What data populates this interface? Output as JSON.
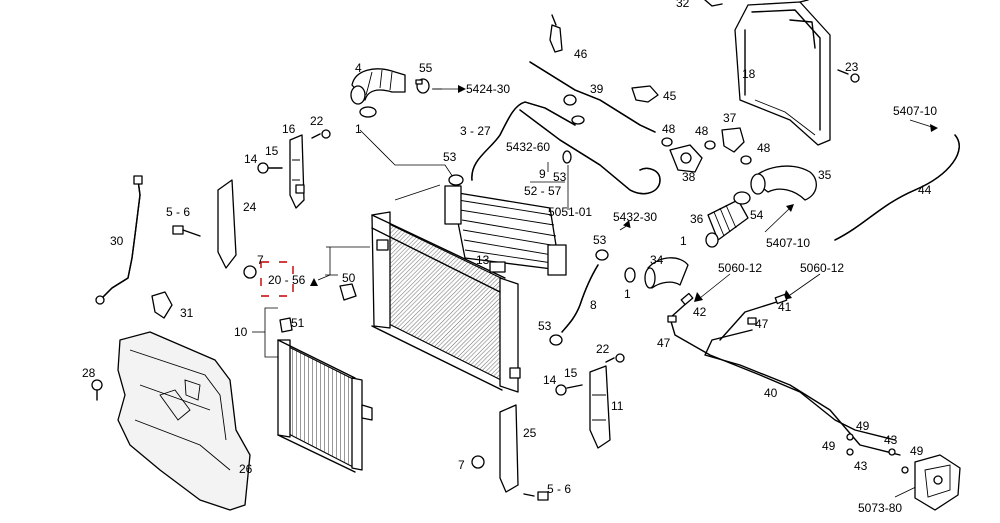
{
  "colors": {
    "line": "#000000",
    "background": "#ffffff",
    "highlight_box": "#c00000"
  },
  "callouts": [
    {
      "id": "c-32",
      "text": "32"
    },
    {
      "id": "c-46",
      "text": "46"
    },
    {
      "id": "c-18",
      "text": "18"
    },
    {
      "id": "c-23",
      "text": "23"
    },
    {
      "id": "c-4",
      "text": "4"
    },
    {
      "id": "c-55",
      "text": "55"
    },
    {
      "id": "c-5424-30",
      "text": "5424-30"
    },
    {
      "id": "c-39",
      "text": "39"
    },
    {
      "id": "c-45",
      "text": "45"
    },
    {
      "id": "c-5407-10a",
      "text": "5407-10"
    },
    {
      "id": "c-1a",
      "text": "1"
    },
    {
      "id": "c-22a",
      "text": "22"
    },
    {
      "id": "c-16",
      "text": "16"
    },
    {
      "id": "c-3-27",
      "text": "3 - 27"
    },
    {
      "id": "c-48a",
      "text": "48"
    },
    {
      "id": "c-48b",
      "text": "48"
    },
    {
      "id": "c-37",
      "text": "37"
    },
    {
      "id": "c-5432-60",
      "text": "5432-60"
    },
    {
      "id": "c-48c",
      "text": "48"
    },
    {
      "id": "c-14a",
      "text": "14"
    },
    {
      "id": "c-15a",
      "text": "15"
    },
    {
      "id": "c-53a",
      "text": "53"
    },
    {
      "id": "c-9",
      "text": "9"
    },
    {
      "id": "c-52-57",
      "text": "52 - 57"
    },
    {
      "id": "c-53b",
      "text": "53"
    },
    {
      "id": "c-38",
      "text": "38"
    },
    {
      "id": "c-35",
      "text": "35"
    },
    {
      "id": "c-44",
      "text": "44"
    },
    {
      "id": "c-5-6a",
      "text": "5 - 6"
    },
    {
      "id": "c-24",
      "text": "24"
    },
    {
      "id": "c-5051-01",
      "text": "5051-01"
    },
    {
      "id": "c-5432-30",
      "text": "5432-30"
    },
    {
      "id": "c-36",
      "text": "36"
    },
    {
      "id": "c-54",
      "text": "54"
    },
    {
      "id": "c-30",
      "text": "30"
    },
    {
      "id": "c-53c",
      "text": "53"
    },
    {
      "id": "c-1b",
      "text": "1"
    },
    {
      "id": "c-5407-10b",
      "text": "5407-10"
    },
    {
      "id": "c-7a",
      "text": "7"
    },
    {
      "id": "c-20-56",
      "text": "20 - 56"
    },
    {
      "id": "c-50",
      "text": "50"
    },
    {
      "id": "c-13",
      "text": "13"
    },
    {
      "id": "c-34",
      "text": "34"
    },
    {
      "id": "c-5060-12a",
      "text": "5060-12"
    },
    {
      "id": "c-5060-12b",
      "text": "5060-12"
    },
    {
      "id": "c-1c",
      "text": "1"
    },
    {
      "id": "c-31",
      "text": "31"
    },
    {
      "id": "c-8",
      "text": "8"
    },
    {
      "id": "c-42",
      "text": "42"
    },
    {
      "id": "c-41",
      "text": "41"
    },
    {
      "id": "c-10",
      "text": "10"
    },
    {
      "id": "c-51",
      "text": "51"
    },
    {
      "id": "c-53d",
      "text": "53"
    },
    {
      "id": "c-47a",
      "text": "47"
    },
    {
      "id": "c-47b",
      "text": "47"
    },
    {
      "id": "c-22b",
      "text": "22"
    },
    {
      "id": "c-28",
      "text": "28"
    },
    {
      "id": "c-14b",
      "text": "14"
    },
    {
      "id": "c-15b",
      "text": "15"
    },
    {
      "id": "c-40",
      "text": "40"
    },
    {
      "id": "c-11",
      "text": "11"
    },
    {
      "id": "c-25",
      "text": "25"
    },
    {
      "id": "c-49a",
      "text": "49"
    },
    {
      "id": "c-43a",
      "text": "43"
    },
    {
      "id": "c-49b",
      "text": "49"
    },
    {
      "id": "c-7b",
      "text": "7"
    },
    {
      "id": "c-26",
      "text": "26"
    },
    {
      "id": "c-43b",
      "text": "43"
    },
    {
      "id": "c-49c",
      "text": "49"
    },
    {
      "id": "c-5-6b",
      "text": "5 - 6"
    },
    {
      "id": "c-5073-80",
      "text": "5073-80"
    }
  ]
}
